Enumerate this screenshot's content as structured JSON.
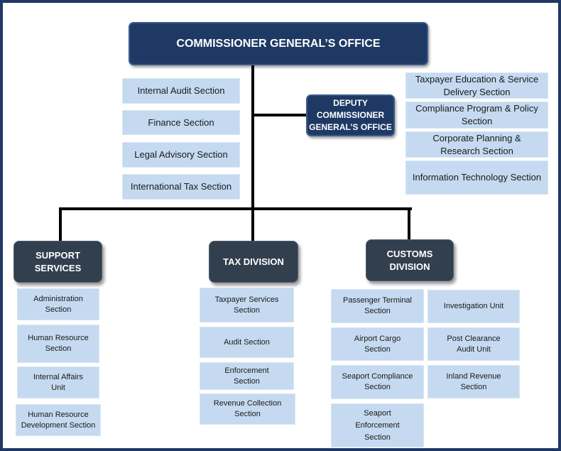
{
  "top": {
    "title": "COMMISSIONER GENERAL’S OFFICE"
  },
  "deputy": {
    "title": "DEPUTY\nCOMMISSIONER\nGENERAL’S OFFICE"
  },
  "left_sections": [
    "Internal Audit Section",
    "Finance Section",
    "Legal Advisory Section",
    "International Tax Section"
  ],
  "right_sections": [
    "Taxpayer Education & Service\nDelivery Section",
    "Compliance Program & Policy\nSection",
    "Corporate Planning &\nResearch Section",
    "Information Technology Section"
  ],
  "divisions": {
    "support": {
      "title": "SUPPORT\nSERVICES",
      "units": [
        "Administration\nSection",
        "Human Resource\nSection",
        "Internal Affairs\nUnit",
        "Human Resource\nDevelopment Section"
      ]
    },
    "tax": {
      "title": "TAX DIVISION",
      "units": [
        "Taxpayer Services\nSection",
        "Audit Section",
        "Enforcement\nSection",
        "Revenue Collection\nSection"
      ]
    },
    "customs": {
      "title": "CUSTOMS\nDIVISION",
      "units_left": [
        "Passenger Terminal\nSection",
        "Airport Cargo\nSection",
        "Seaport Compliance\nSection",
        "Seaport\nEnforcement\nSection"
      ],
      "units_right": [
        "Investigation Unit",
        "Post Clearance\nAudit Unit",
        "Inland Revenue\nSection"
      ]
    }
  }
}
